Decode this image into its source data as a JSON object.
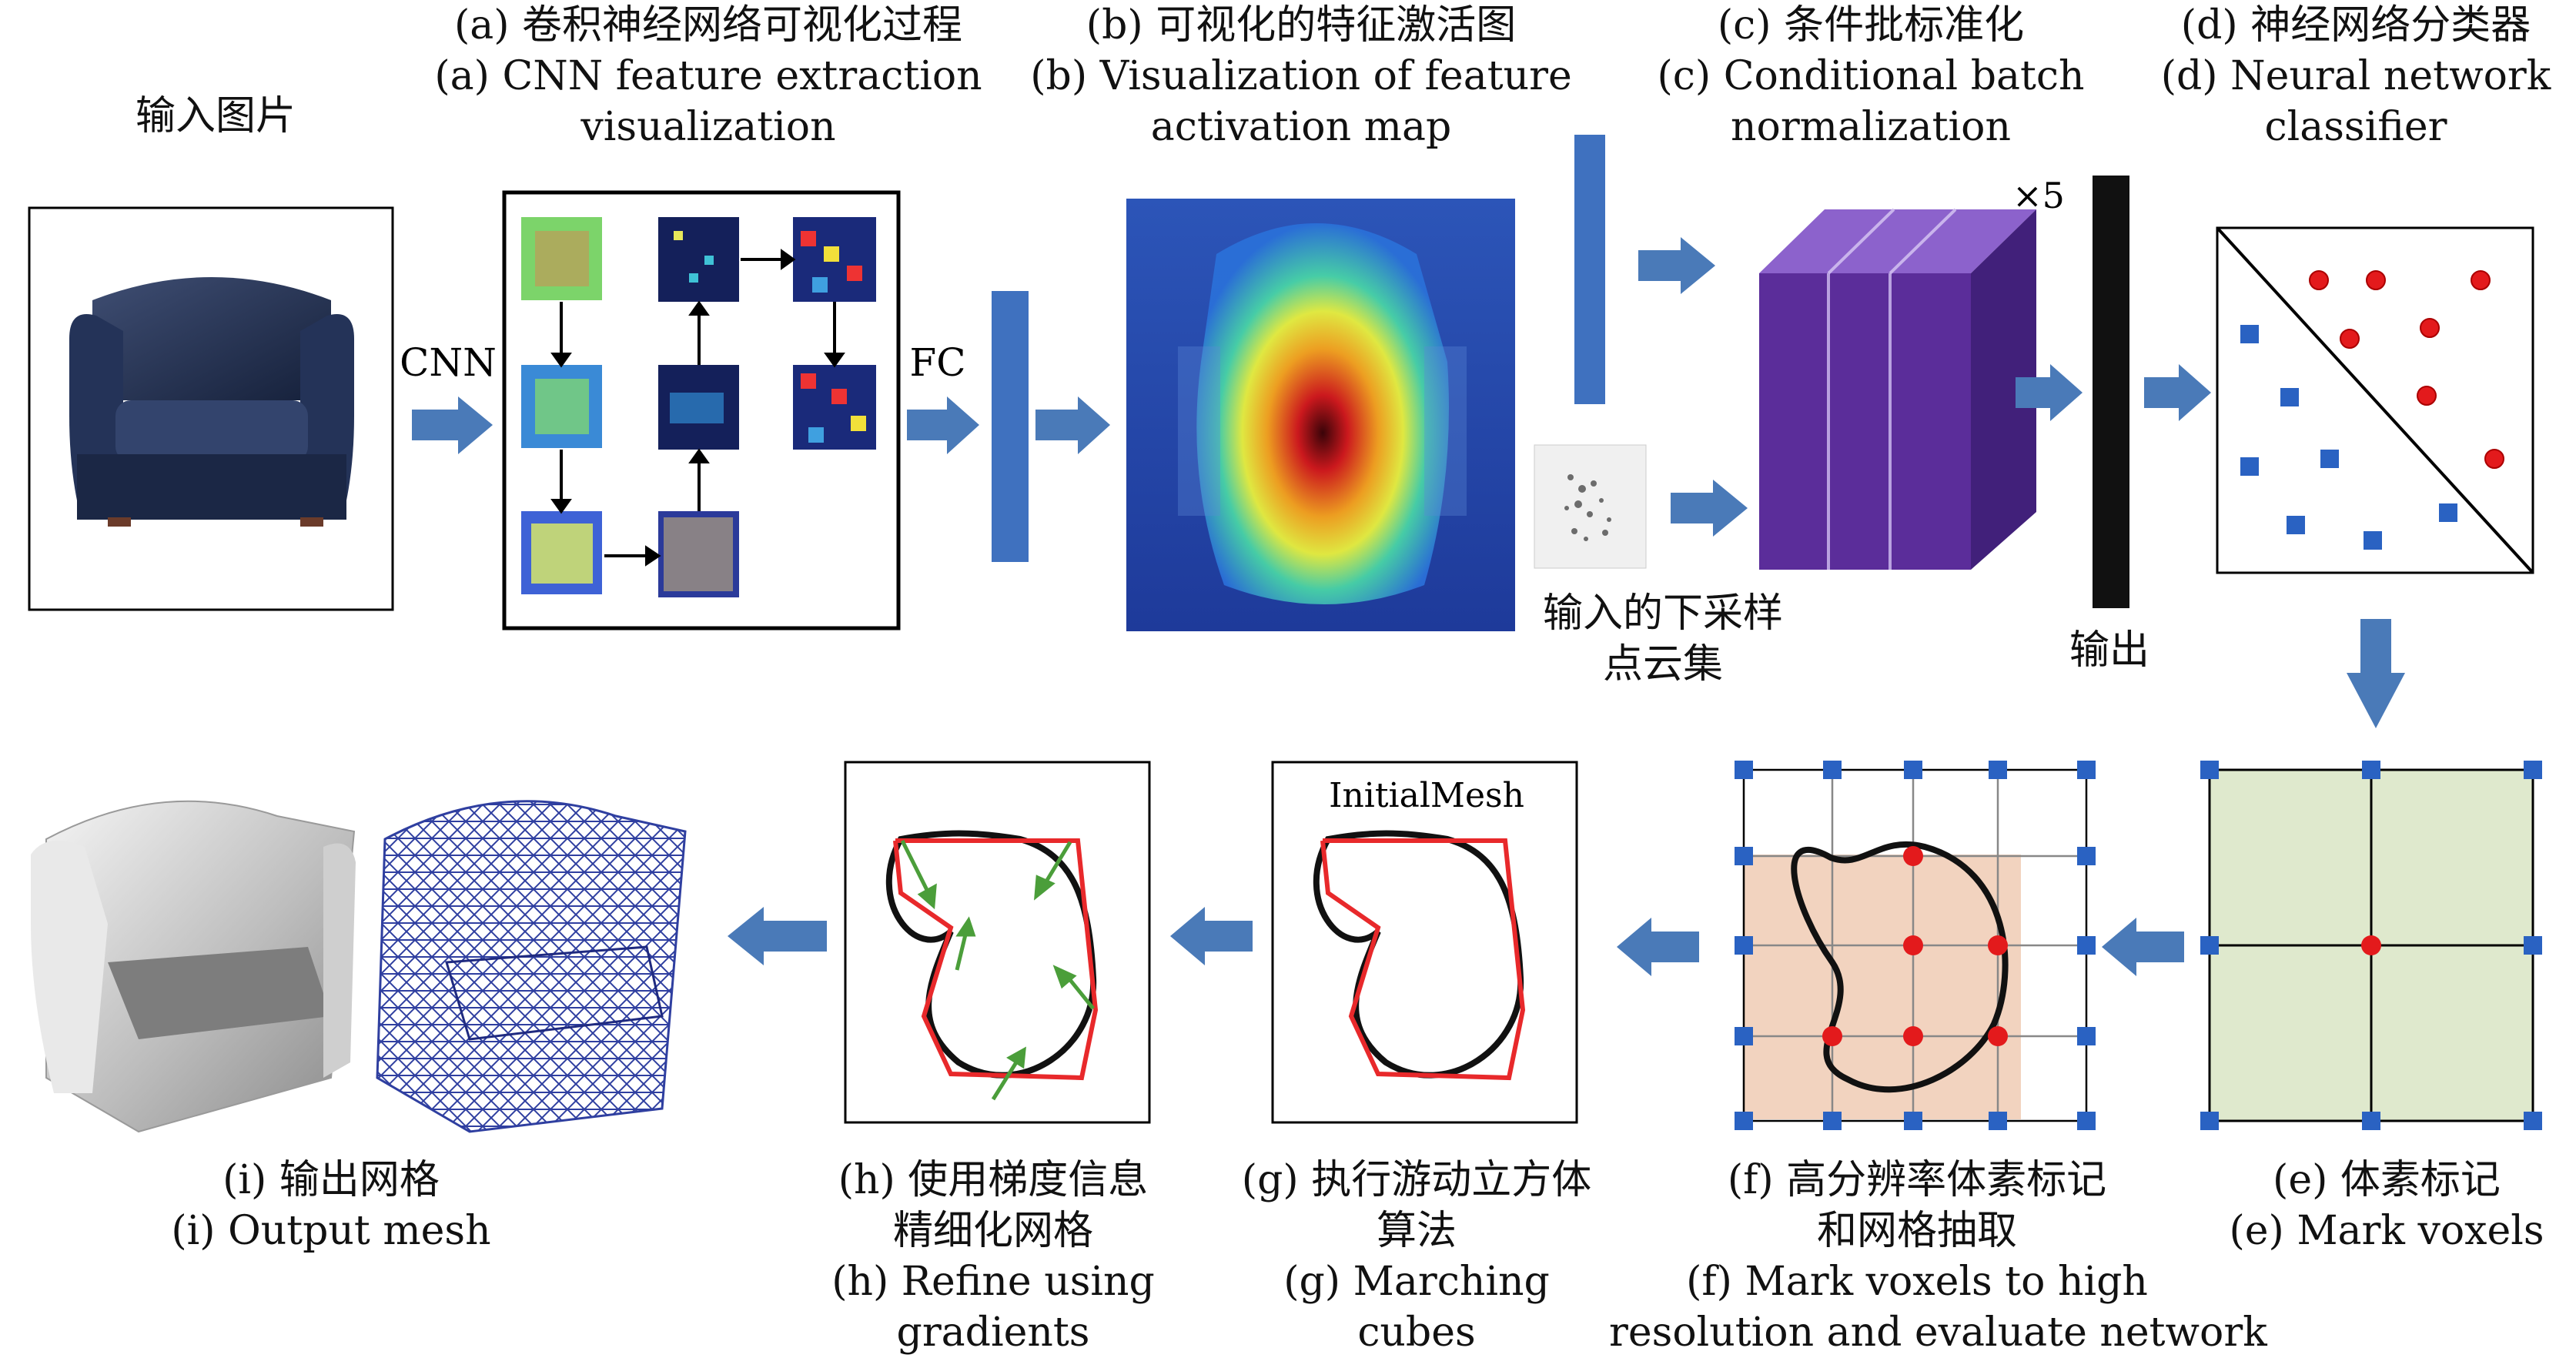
{
  "input_image_label": "输入图片",
  "cnn_label": "CNN",
  "fc_label": "FC",
  "times_five": "×5",
  "output_label": "输出",
  "point_cloud_label": [
    "输入的下采样",
    "点云集"
  ],
  "initial_mesh_label": "InitialMesh",
  "captions_top": {
    "a": [
      "(a) 卷积神经网络可视化过程",
      "(a) CNN feature extraction",
      "visualization"
    ],
    "b": [
      "(b) 可视化的特征激活图",
      "(b) Visualization of feature",
      "activation map"
    ],
    "c": [
      "(c) 条件批标准化",
      "(c) Conditional batch",
      "normalization"
    ],
    "d": [
      "(d) 神经网络分类器",
      "(d) Neural network",
      "classifier"
    ]
  },
  "captions_bottom": {
    "i": [
      "(i) 输出网格",
      "(i) Output mesh"
    ],
    "h": [
      "(h) 使用梯度信息",
      "精细化网格",
      "(h) Refine using",
      "gradients"
    ],
    "g": [
      "(g) 执行游动立方体",
      "算法",
      "(g)  Marching",
      "cubes"
    ],
    "f": [
      "(f) 高分辨率体素标记",
      "和网格抽取",
      "(f) Mark voxels to high",
      "resolution and evaluate network"
    ],
    "e": [
      "(e) 体素标记",
      "(e) Mark voxels"
    ]
  },
  "colors": {
    "arrow_blue": "#4a7ab8",
    "fc_bar": "#3f71bf",
    "cube_purple": "#5b2d9a",
    "voxel_green": "#dfe9cd",
    "voxel_orange": "#f2d3bf",
    "square_blue": "#2a62c2",
    "dot_red": "#e31a1c",
    "mesh_red": "#e8292b",
    "mesh_black": "#111111",
    "gradient_green": "#4b9e3a"
  }
}
